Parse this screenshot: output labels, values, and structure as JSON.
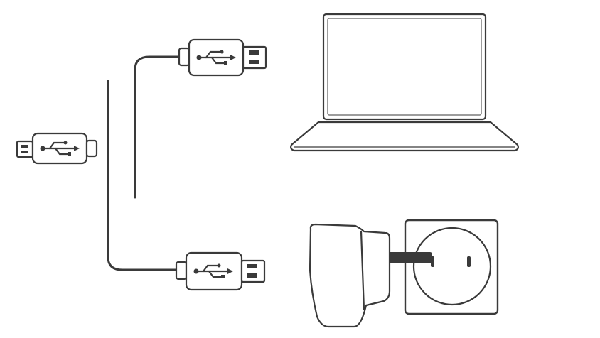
{
  "figure": {
    "items": [
      {
        "name": "usb-connector-left",
        "icon": "usb-connector"
      },
      {
        "name": "usb-connector-top",
        "icon": "usb-connector"
      },
      {
        "name": "usb-connector-bottom",
        "icon": "usb-connector"
      },
      {
        "name": "cable-top",
        "icon": "cable"
      },
      {
        "name": "cable-bottom",
        "icon": "cable"
      },
      {
        "name": "laptop",
        "icon": "laptop"
      },
      {
        "name": "power-adapter",
        "icon": "wall-adapter"
      },
      {
        "name": "wall-socket",
        "icon": "wall-socket"
      }
    ],
    "colors": {
      "line": "#3a3a3a",
      "fill": "#ffffff"
    }
  }
}
